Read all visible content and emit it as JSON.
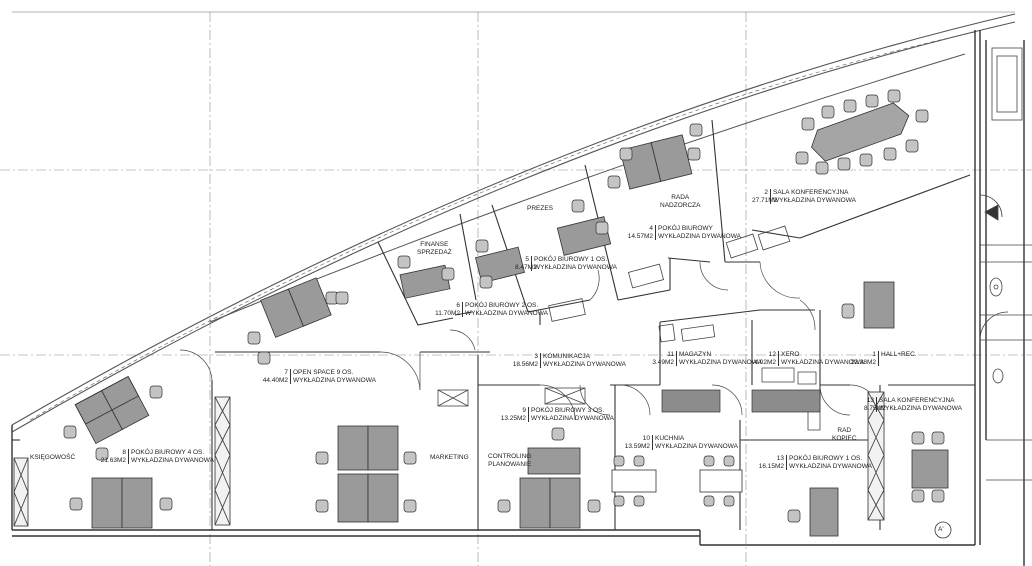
{
  "rooms": [
    {
      "num": "2",
      "name": "SALA KONFERENCYJNA",
      "area": "27.71M2",
      "finish": "WYKŁADZINA DYWANOWA"
    },
    {
      "num": "4",
      "name": "POKÓJ BIUROWY",
      "area": "14.57M2",
      "finish": "WYKŁADZINA DYWANOWA"
    },
    {
      "num": "5",
      "name": "POKÓJ BIUROWY 1 OS.",
      "area": "8.47M2",
      "finish": "WYKŁADZINA DYWANOWA"
    },
    {
      "num": "6",
      "name": "POKÓJ BIUROWY 2 OS.",
      "area": "11.70M2",
      "finish": "WYKŁADZINA DYWANOWA"
    },
    {
      "num": "7",
      "name": "OPEN SPACE 9 OS.",
      "area": "44.40M2",
      "finish": "WYKŁADZINA DYWANOWA"
    },
    {
      "num": "3",
      "name": "KOMUNIKACJA",
      "area": "18.56M2",
      "finish": "WYKŁADZINA DYWANOWA"
    },
    {
      "num": "11",
      "name": "MAGAZYN",
      "area": "3.49M2",
      "finish": "WYKŁADZINA DYWANOWA"
    },
    {
      "num": "12",
      "name": "XERO",
      "area": "4.02M2",
      "finish": "WYKŁADZINA DYWANOWA"
    },
    {
      "num": "1",
      "name": "HALL+REC.",
      "area": "22.38M2",
      "finish": ""
    },
    {
      "num": "8",
      "name": "POKÓJ BIUROWY 4 OS.",
      "area": "21.63M2",
      "finish": "WYKŁADZINA DYWANOWA"
    },
    {
      "num": "9",
      "name": "POKÓJ BIUROWY 3 OS.",
      "area": "13.25M2",
      "finish": "WYKŁADZINA DYWANOWA"
    },
    {
      "num": "10",
      "name": "KUCHNIA",
      "area": "13.59M2",
      "finish": "WYKŁADZINA DYWANOWA"
    },
    {
      "num": "13",
      "name": "POKÓJ BIUROWY 1 OS.",
      "area": "16.15M2",
      "finish": "WYKŁADZINA DYWANOWA"
    },
    {
      "num": "13",
      "name": "SALA KONFERENCYJNA",
      "area": "8.75M2",
      "finish": "WYKŁADZINA DYWANOWA"
    }
  ],
  "tags": {
    "prezes": "PREZES",
    "rada_1": "RADA",
    "rada_2": "NADZORCZA",
    "finanse_1": "FINANSE",
    "finanse_2": "SPRZEDAŻ",
    "ksiegowosc": "KSIĘGOWOŚĆ",
    "marketing": "MARKETING",
    "controling_1": "CONTROLING",
    "controling_2": "PLANOWANIE",
    "rad_1": "RAD",
    "rad_2": "KOPIEC",
    "section_mark": "A'"
  }
}
